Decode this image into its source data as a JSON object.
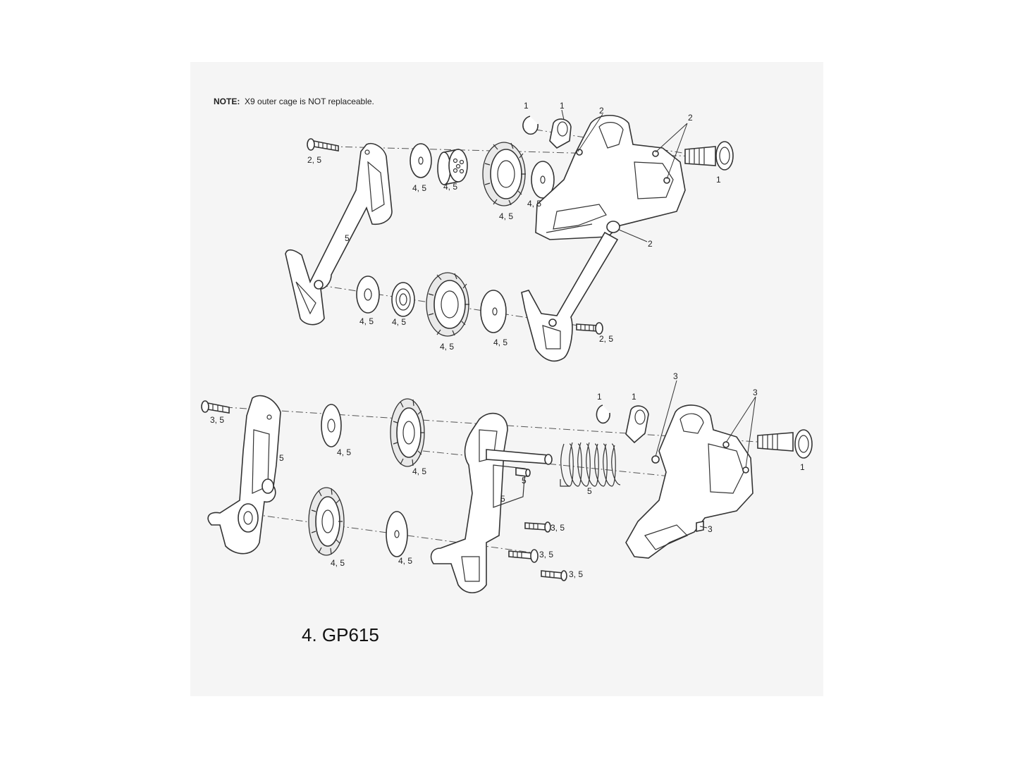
{
  "note": {
    "prefix": "NOTE:",
    "text": "X9 outer cage is NOT replaceable."
  },
  "caption": "4. GP615",
  "callouts": {
    "top": {
      "ring1": "1",
      "bushing1": "1",
      "mount2": "2",
      "screws2": "2",
      "bolt1": "1",
      "pivot2": "2",
      "cageScrewTop": "2, 5",
      "cagePlate": "5",
      "washerUp": "4, 5",
      "spacerUp": "4, 5",
      "pulleyUp": "4, 5",
      "washerUp2": "4, 5",
      "washerLo": "4, 5",
      "bearingLo": "4, 5",
      "pulleyLo": "4, 5",
      "washerLo2": "4, 5",
      "cageScrewLo": "2, 5"
    },
    "bottom": {
      "screwTop": "3, 5",
      "outerCage": "5",
      "washerUp": "4, 5",
      "pulleyUp": "4, 5",
      "pin": "5",
      "innerCage": "5",
      "spring": "5",
      "ring1": "1",
      "bushing1": "1",
      "bodyScrew3": "3",
      "screws3": "3",
      "bolt1": "1",
      "limit3": "3",
      "screwA": "3, 5",
      "screwB": "3, 5",
      "screwC": "3, 5",
      "pulleyLo": "4, 5",
      "washerLo": "4, 5"
    }
  }
}
